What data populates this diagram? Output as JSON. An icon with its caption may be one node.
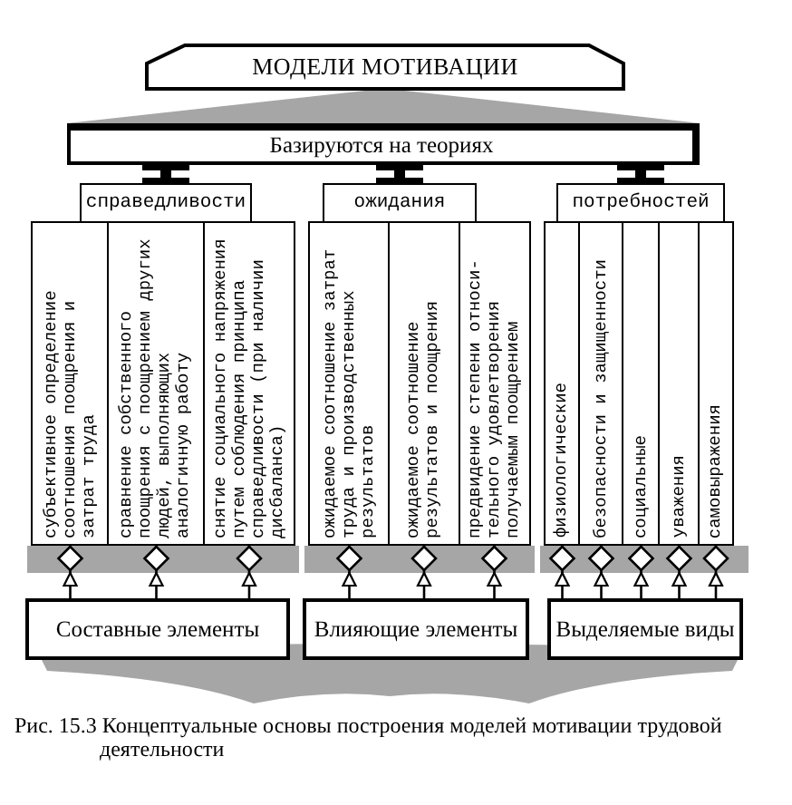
{
  "diagram": {
    "nodes": [
      {
        "text": [
          "МОДЕЛИ МОТИВАЦИИ"
        ]
      },
      {
        "text": [
          "Базируются на теориях"
        ]
      },
      {
        "text": [
          "справедливости"
        ]
      },
      {
        "text": [
          "субъективное определение соотношения поощрения и затрат труда"
        ],
        "in": 2
      },
      {
        "text": [
          "сравнение собственного поощрения с поощрением других людей, выполняющих аналогичную работу"
        ],
        "in": 2
      },
      {
        "text": [
          "снятие социального напряжения путем соблюдения принципа справедливости (при наличии дисбаланса)"
        ],
        "in": 2
      },
      {
        "text": [
          "ожидания"
        ]
      },
      {
        "text": [
          "ожидаемое соотношение затрат труда и производственных результатов"
        ],
        "in": 6
      },
      {
        "text": [
          "ожидаемое соотношение результатов и поощрения"
        ],
        "in": 6
      },
      {
        "text": [
          "предвидение степени относи-тельного удовлетворения получаемым поощрением"
        ],
        "in": 6
      },
      {
        "text": [
          "потребностей"
        ]
      },
      {
        "text": [
          "физиологические"
        ],
        "in": 10
      },
      {
        "text": [
          "безопасности и защищенности"
        ],
        "in": 10
      },
      {
        "text": [
          "социальные"
        ],
        "in": 10
      },
      {
        "text": [
          "уважения"
        ],
        "in": 10
      },
      {
        "text": [
          "самовыражения"
        ],
        "in": 10
      },
      {
        "text": [
          "Составные элементы"
        ]
      },
      {
        "text": [
          "Влияющие элементы"
        ]
      },
      {
        "text": [
          "Выделяемые виды"
        ]
      }
    ],
    "edges": [
      {
        "from": 0,
        "to": 1,
        "arrow": "none",
        "style": "thick",
        "color": "#a6a6a6"
      },
      {
        "from": 1,
        "to": 2,
        "arrow": "other",
        "style": "thick"
      },
      {
        "from": 1,
        "to": 6,
        "arrow": "other",
        "style": "thick"
      },
      {
        "from": 1,
        "to": 10,
        "arrow": "other",
        "style": "thick"
      },
      {
        "from": 16,
        "to": 3,
        "arrow": "to"
      },
      {
        "from": 16,
        "to": 4,
        "arrow": "to"
      },
      {
        "from": 16,
        "to": 5,
        "arrow": "to"
      },
      {
        "from": 17,
        "to": 7,
        "arrow": "to"
      },
      {
        "from": 17,
        "to": 8,
        "arrow": "to"
      },
      {
        "from": 17,
        "to": 9,
        "arrow": "to"
      },
      {
        "from": 18,
        "to": 11,
        "arrow": "to"
      },
      {
        "from": 18,
        "to": 12,
        "arrow": "to"
      },
      {
        "from": 18,
        "to": 13,
        "arrow": "to"
      },
      {
        "from": 18,
        "to": 14,
        "arrow": "to"
      },
      {
        "from": 18,
        "to": 15,
        "arrow": "to"
      }
    ],
    "caption": "Рис. 15.3 Концептуальные основы построения моделей мотивации трудовой деятельности"
  }
}
